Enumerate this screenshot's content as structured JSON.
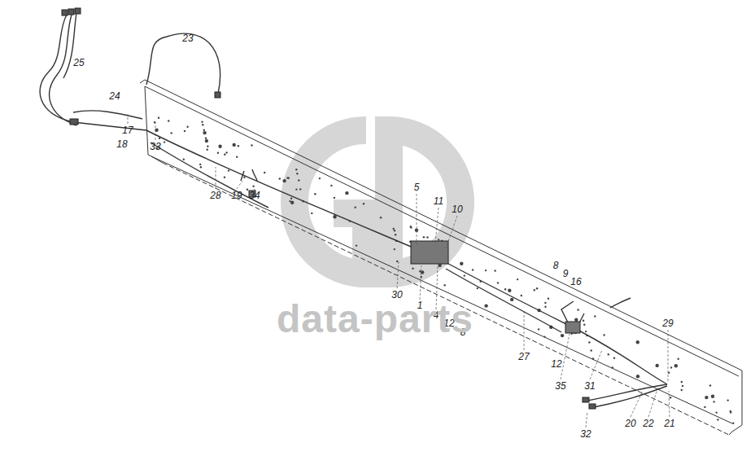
{
  "diagram": {
    "labels": [
      "25",
      "23",
      "24",
      "17",
      "18",
      "33",
      "28",
      "19",
      "34",
      "5",
      "11",
      "10",
      "8",
      "9",
      "16",
      "30",
      "1",
      "4",
      "12",
      "8",
      "29",
      "27",
      "12",
      "35",
      "31",
      "32",
      "20",
      "22",
      "21",
      "data-parts"
    ]
  }
}
